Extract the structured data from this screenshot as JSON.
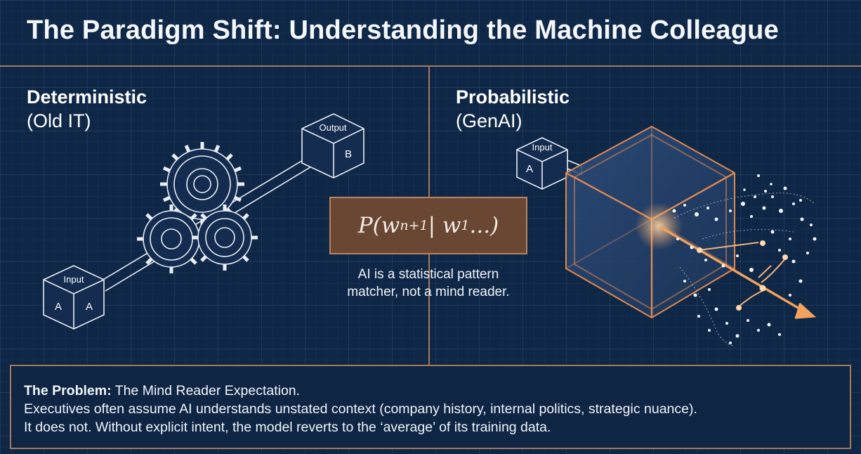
{
  "title": "The Paradigm Shift: Understanding the Machine Colleague",
  "left_panel": {
    "heading": "Deterministic",
    "subheading": "(Old IT)",
    "input_cube": {
      "label": "Input",
      "faces": [
        "A",
        "A"
      ]
    },
    "output_cube": {
      "label": "Output",
      "face": "B"
    }
  },
  "right_panel": {
    "heading": "Probabilistic",
    "subheading": "(GenAI)",
    "input_cube": {
      "label": "Input",
      "face": "A"
    }
  },
  "center": {
    "formula": {
      "p": "P(w",
      "sub1": "n+1",
      "mid": " | w",
      "sub2": "1",
      "end": "...)"
    },
    "caption_line1": "AI is a statistical pattern",
    "caption_line2": "matcher, not a mind reader."
  },
  "problem": {
    "label": "The Problem:",
    "headline": " The Mind Reader Expectation.",
    "line2": "Executives often assume AI understands unstated context (company history, internal politics, strategic nuance).",
    "line3": "It does not. Without explicit intent, the model reverts to the ‘average’ of its training data."
  },
  "colors": {
    "background": "#0f2746",
    "accent": "#a8795a",
    "formula_box": "#6a4733",
    "glow": "#f2a25c",
    "line_art": "#e9eef5"
  }
}
